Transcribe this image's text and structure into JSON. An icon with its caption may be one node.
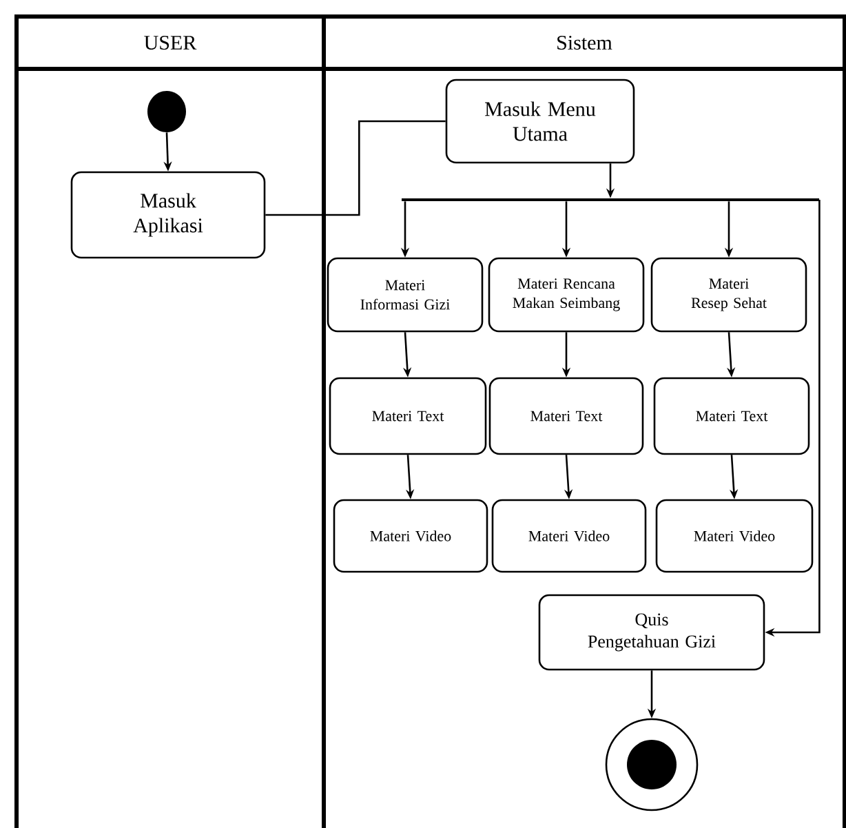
{
  "diagram": {
    "nodes": [
      {
        "text": [
          "USER"
        ]
      },
      {
        "text": [
          "Sistem"
        ]
      },
      {
        "text": [],
        "shape": "circle",
        "in": 0
      },
      {
        "text": [
          "Masuk Aplikasi"
        ],
        "in": 0
      },
      {
        "text": [
          "Masuk Menu Utama"
        ],
        "in": 1
      },
      {
        "text": [],
        "shape": "bar",
        "in": 1
      },
      {
        "text": [
          "Materi Informasi Gizi"
        ],
        "in": 1
      },
      {
        "text": [
          "Materi Rencana Makan Seimbang"
        ],
        "in": 1
      },
      {
        "text": [
          "Materi Resep Sehat"
        ],
        "in": 1
      },
      {
        "text": [
          "Materi Text"
        ],
        "in": 1
      },
      {
        "text": [
          "Materi Text"
        ],
        "in": 1
      },
      {
        "text": [
          "Materi Text"
        ],
        "in": 1
      },
      {
        "text": [
          "Materi Video"
        ],
        "in": 1
      },
      {
        "text": [
          "Materi Video"
        ],
        "in": 1
      },
      {
        "text": [
          "Materi Video"
        ],
        "in": 1
      },
      {
        "text": [
          "Quis Pengetahuan Gizi"
        ],
        "in": 1
      },
      {
        "text": [],
        "shape": "circle",
        "in": 1
      }
    ],
    "edges": [
      {
        "from": 2,
        "to": 3,
        "arrow": "to"
      },
      {
        "from": 3,
        "to": 4,
        "arrow": "none"
      },
      {
        "from": 4,
        "to": 5,
        "arrow": "to"
      },
      {
        "from": 5,
        "to": 6,
        "arrow": "to"
      },
      {
        "from": 5,
        "to": 7,
        "arrow": "to"
      },
      {
        "from": 5,
        "to": 8,
        "arrow": "to"
      },
      {
        "from": 6,
        "to": 9,
        "arrow": "to"
      },
      {
        "from": 7,
        "to": 10,
        "arrow": "to"
      },
      {
        "from": 8,
        "to": 11,
        "arrow": "to"
      },
      {
        "from": 9,
        "to": 12,
        "arrow": "to"
      },
      {
        "from": 10,
        "to": 13,
        "arrow": "to"
      },
      {
        "from": 11,
        "to": 14,
        "arrow": "to"
      },
      {
        "from": 5,
        "to": 15,
        "arrow": "to"
      },
      {
        "from": 15,
        "to": 16,
        "arrow": "to"
      }
    ]
  }
}
